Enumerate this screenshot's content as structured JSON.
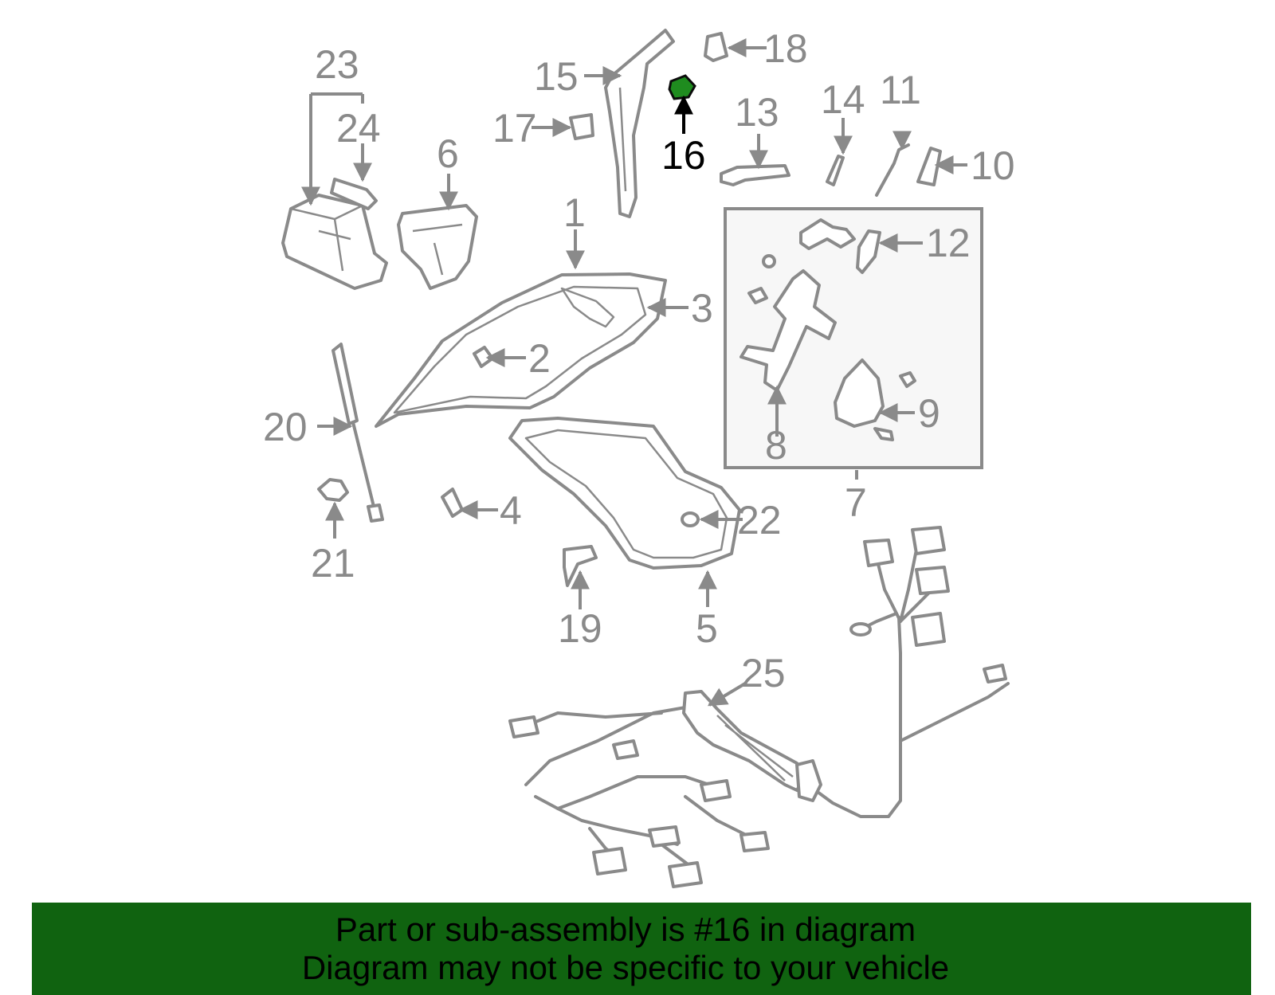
{
  "highlight": {
    "part_number": "16",
    "color": "#1f8c1f",
    "banner_color": "#106310"
  },
  "callouts": [
    {
      "id": "1",
      "text": "1"
    },
    {
      "id": "2",
      "text": "2"
    },
    {
      "id": "3",
      "text": "3"
    },
    {
      "id": "4",
      "text": "4"
    },
    {
      "id": "5",
      "text": "5"
    },
    {
      "id": "6",
      "text": "6"
    },
    {
      "id": "7",
      "text": "7"
    },
    {
      "id": "8",
      "text": "8"
    },
    {
      "id": "9",
      "text": "9"
    },
    {
      "id": "10",
      "text": "10"
    },
    {
      "id": "11",
      "text": "11"
    },
    {
      "id": "12",
      "text": "12"
    },
    {
      "id": "13",
      "text": "13"
    },
    {
      "id": "14",
      "text": "14"
    },
    {
      "id": "15",
      "text": "15"
    },
    {
      "id": "16",
      "text": "16"
    },
    {
      "id": "17",
      "text": "17"
    },
    {
      "id": "18",
      "text": "18"
    },
    {
      "id": "19",
      "text": "19"
    },
    {
      "id": "20",
      "text": "20"
    },
    {
      "id": "21",
      "text": "21"
    },
    {
      "id": "22",
      "text": "22"
    },
    {
      "id": "23",
      "text": "23"
    },
    {
      "id": "24",
      "text": "24"
    },
    {
      "id": "25",
      "text": "25"
    }
  ],
  "banner": {
    "line1": "Part or sub-assembly is #16 in diagram",
    "line2": "Diagram may not be specific to your vehicle"
  }
}
